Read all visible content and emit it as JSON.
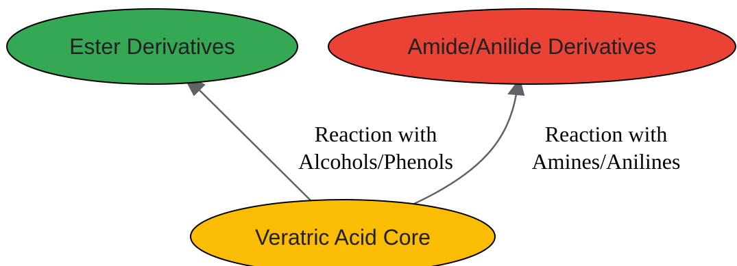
{
  "nodes": {
    "ester": {
      "label": "Ester Derivatives",
      "color": "#34a853"
    },
    "amide": {
      "label": "Amide/Anilide Derivatives",
      "color": "#ea4335"
    },
    "core": {
      "label": "Veratric Acid Core",
      "color": "#fbbc04"
    }
  },
  "edges": {
    "to_ester": {
      "line1": "Reaction with",
      "line2": "Alcohols/Phenols"
    },
    "to_amide": {
      "line1": "Reaction with",
      "line2": "Amines/Anilines"
    }
  },
  "colors": {
    "edge": "#5f6368",
    "outline": "#000000"
  }
}
